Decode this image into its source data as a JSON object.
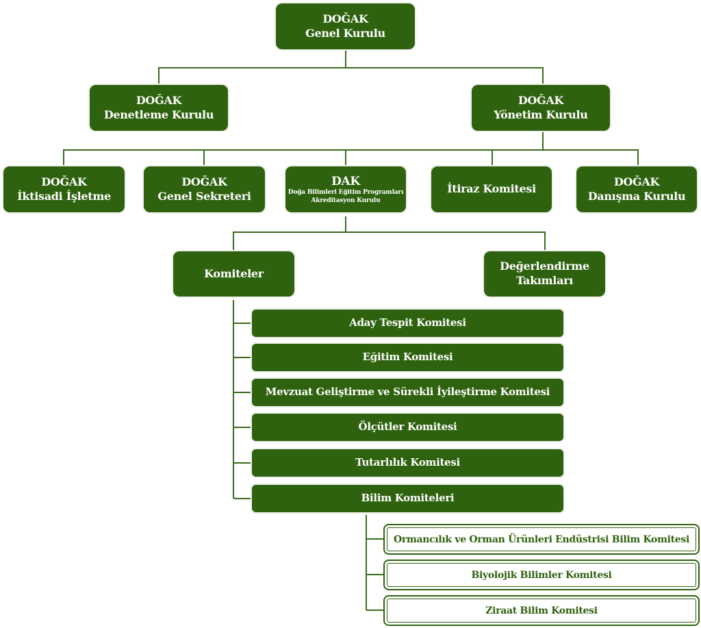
{
  "title": "DOĞAK Organizasyon Şeması",
  "colors": {
    "node_fill": "#2e620e",
    "node_text": "#ffffff",
    "connector": "#3a6b1c",
    "sub_border": "#2e620e"
  },
  "nodes": {
    "genel_kurulu": {
      "line1": "DOĞAK",
      "line2": "Genel Kurulu"
    },
    "denetleme_kurulu": {
      "line1": "DOĞAK",
      "line2": "Denetleme Kurulu"
    },
    "yonetim_kurulu": {
      "line1": "DOĞAK",
      "line2": "Yönetim Kurulu"
    },
    "iktisadi_isletme": {
      "line1": "DOĞAK",
      "line2": "İktisadi İşletme"
    },
    "genel_sekreteri": {
      "line1": "DOĞAK",
      "line2": "Genel Sekreteri"
    },
    "dak": {
      "line1": "DAK",
      "line2": "Doğa Bilimleri Eğitim Programları",
      "line3": "Akreditasyon Kurulu"
    },
    "itiraz_komitesi": {
      "line1": "İtiraz Komitesi"
    },
    "danisma_kurulu": {
      "line1": "DOĞAK",
      "line2": "Danışma Kurulu"
    },
    "komiteler": {
      "line1": "Komiteler"
    },
    "degerlendirme_takimlari": {
      "line1": "Değerlendirme",
      "line2": "Takımları"
    }
  },
  "committees": [
    "Aday Tespit Komitesi",
    "Eğitim Komitesi",
    "Mevzuat Geliştirme ve Sürekli İyileştirme Komitesi",
    "Ölçütler Komitesi",
    "Tutarlılık Komitesi",
    "Bilim Komiteleri"
  ],
  "science_committees": [
    "Ormancılık ve Orman Ürünleri Endüstrisi Bilim Komitesi",
    "Biyolojik Bilimler Komitesi",
    "Ziraat Bilim Komitesi"
  ]
}
